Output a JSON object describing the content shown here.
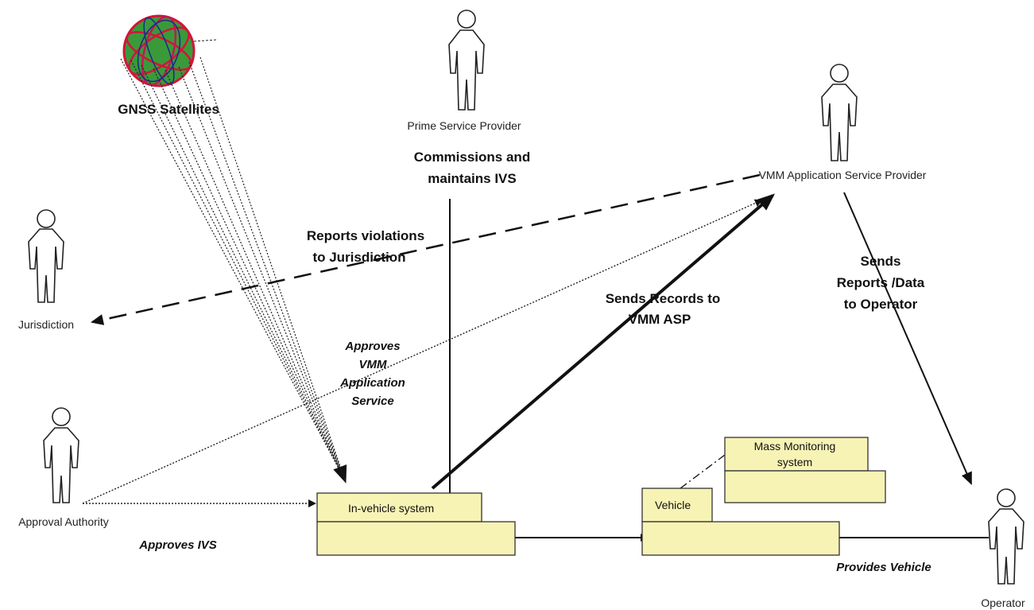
{
  "actors": {
    "gnss": "GNSS Satellites",
    "prime": "Prime  Service Provider",
    "asp": "VMM Application Service Provider",
    "jurisdiction": "Jurisdiction",
    "approval": "Approval Authority",
    "operator": "Operator"
  },
  "components": {
    "ivs": "In-vehicle system",
    "vehicle": "Vehicle",
    "mass_line1": "Mass Monitoring",
    "mass_line2": "system"
  },
  "edges": {
    "commissions_line1": "Commissions and",
    "commissions_line2": "maintains IVS",
    "reports_line1": "Reports violations",
    "reports_line2": "to Jurisdiction",
    "records_line1": "Sends Records to",
    "records_line2": "VMM ASP",
    "sends_line1": "Sends",
    "sends_line2": "Reports /Data",
    "sends_line3": "to Operator",
    "approves_vmm_line1": "Approves",
    "approves_vmm_line2": "VMM",
    "approves_vmm_line3": "Application",
    "approves_vmm_line4": "Service",
    "approves_ivs": "Approves IVS",
    "provides_vehicle": "Provides Vehicle"
  }
}
